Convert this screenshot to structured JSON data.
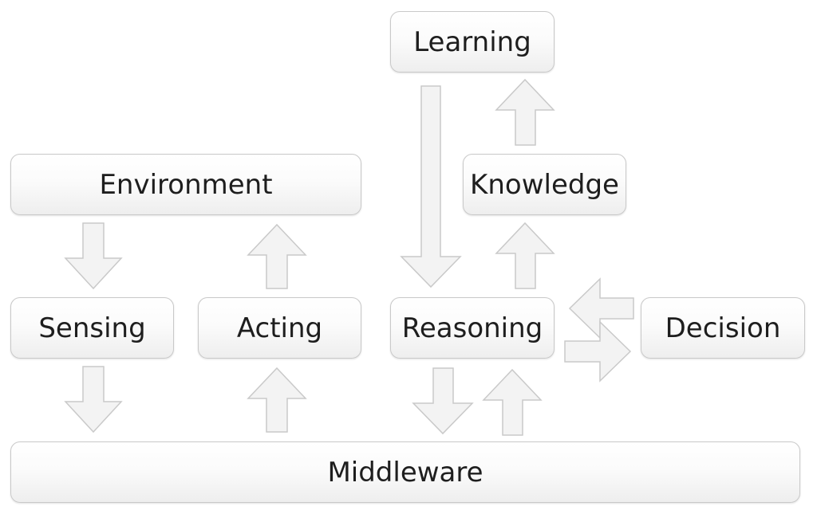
{
  "nodes": {
    "learning": "Learning",
    "environment": "Environment",
    "knowledge": "Knowledge",
    "sensing": "Sensing",
    "acting": "Acting",
    "reasoning": "Reasoning",
    "decision": "Decision",
    "middleware": "Middleware"
  },
  "edges": [
    {
      "from": "Environment",
      "to": "Sensing"
    },
    {
      "from": "Acting",
      "to": "Environment"
    },
    {
      "from": "Sensing",
      "to": "Middleware"
    },
    {
      "from": "Middleware",
      "to": "Acting"
    },
    {
      "from": "Learning",
      "to": "Reasoning"
    },
    {
      "from": "Reasoning",
      "to": "Middleware"
    },
    {
      "from": "Middleware",
      "to": "Reasoning"
    },
    {
      "from": "Reasoning",
      "to": "Knowledge"
    },
    {
      "from": "Knowledge",
      "to": "Learning"
    },
    {
      "from": "Decision",
      "to": "Reasoning"
    },
    {
      "from": "Reasoning",
      "to": "Decision"
    }
  ],
  "colors": {
    "box_fill": "#f7f7f7",
    "box_border": "#c9c9c9",
    "arrow_fill": "#f3f3f3",
    "text": "#1e1e1e"
  }
}
